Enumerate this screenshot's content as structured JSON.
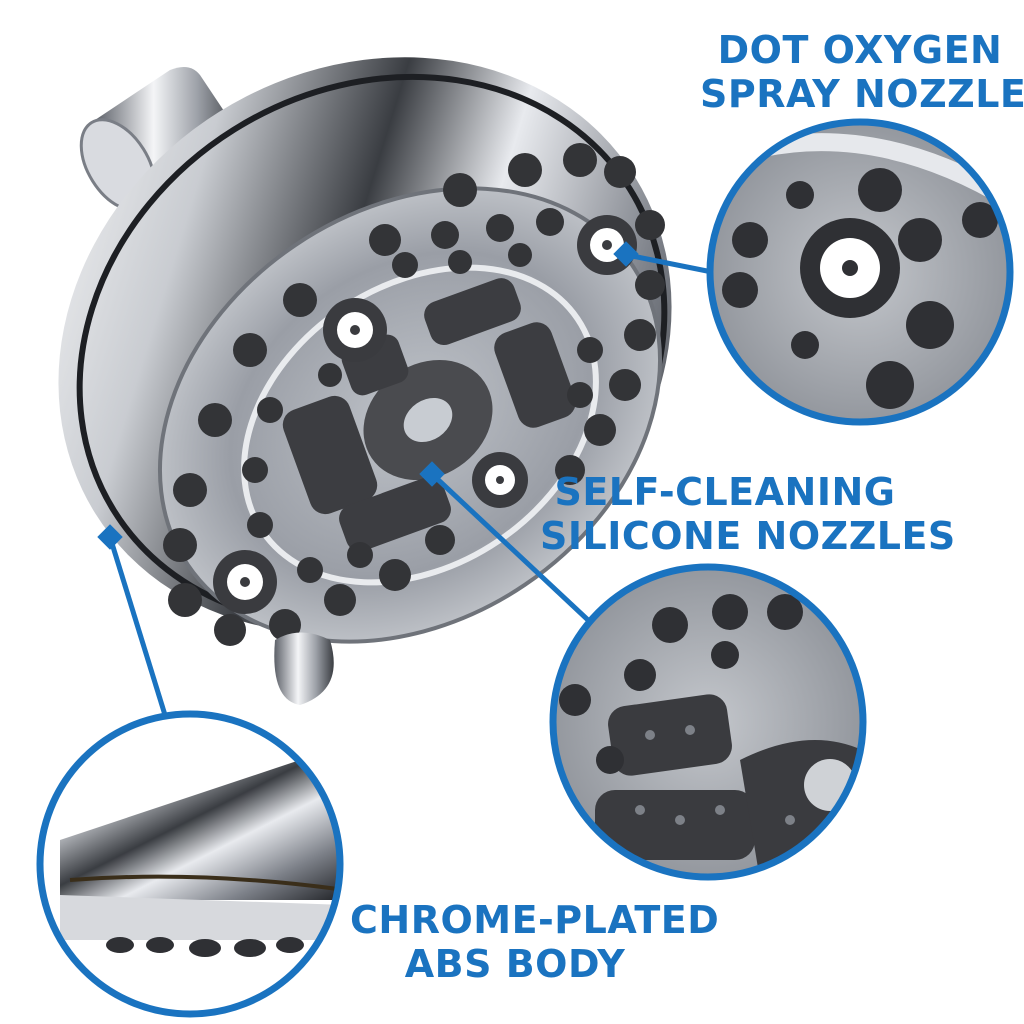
{
  "callouts": [
    {
      "id": "dot-oxygen",
      "lines": [
        "DOT OXYGEN",
        "SPRAY NOZZLES"
      ]
    },
    {
      "id": "self-cleaning",
      "lines": [
        "SELF-CLEANING",
        "SILICONE NOZZLES"
      ]
    },
    {
      "id": "chrome-body",
      "lines": [
        "CHROME-PLATED",
        "ABS BODY"
      ]
    }
  ],
  "colors": {
    "accent": "#1a73c0",
    "chrome_dark": "#2b2d31",
    "chrome_mid": "#8a8f96",
    "chrome_light": "#f2f4f7",
    "nozzle": "#3a3a3c",
    "background": "#ffffff"
  }
}
